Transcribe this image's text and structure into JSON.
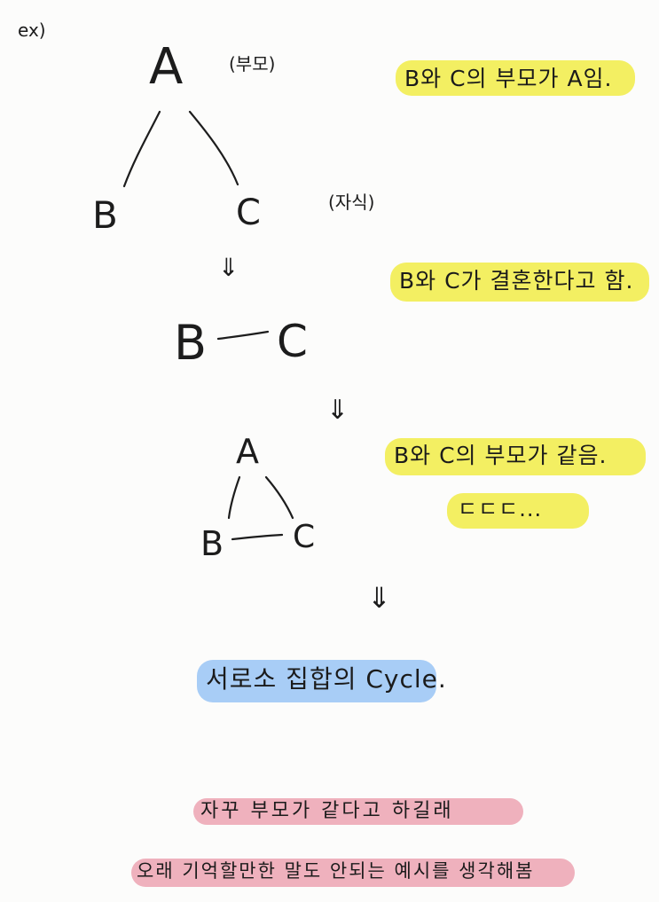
{
  "example_label": "ex)",
  "tree": {
    "root": "A",
    "left_child": "B",
    "right_child": "C",
    "root_note": "(부모)",
    "child_note": "(자식)"
  },
  "arrows": [
    "⇓",
    "⇓",
    "⇓"
  ],
  "union": {
    "left": "B",
    "right": "C"
  },
  "triangle": {
    "top": "A",
    "left": "B",
    "right": "C"
  },
  "notes": {
    "parent_note": "B와 C의 부모가 A임.",
    "union_note": "B와 C가 결혼한다고 함.",
    "same_parent_note": "B와 C의 부모가 같음.",
    "ellipsis_note": "ㄷㄷㄷ...",
    "cycle_note": "서로소 집합의 Cycle.",
    "memo_line1": "자꾸 부모가 같다고 하길래",
    "memo_line2": "오래 기억할만한 말도 안되는 예시를 생각해봄"
  },
  "highlight_colors": {
    "yellow": "#f3ef62",
    "blue": "#a8cdf6",
    "pink": "#efb1bd"
  }
}
